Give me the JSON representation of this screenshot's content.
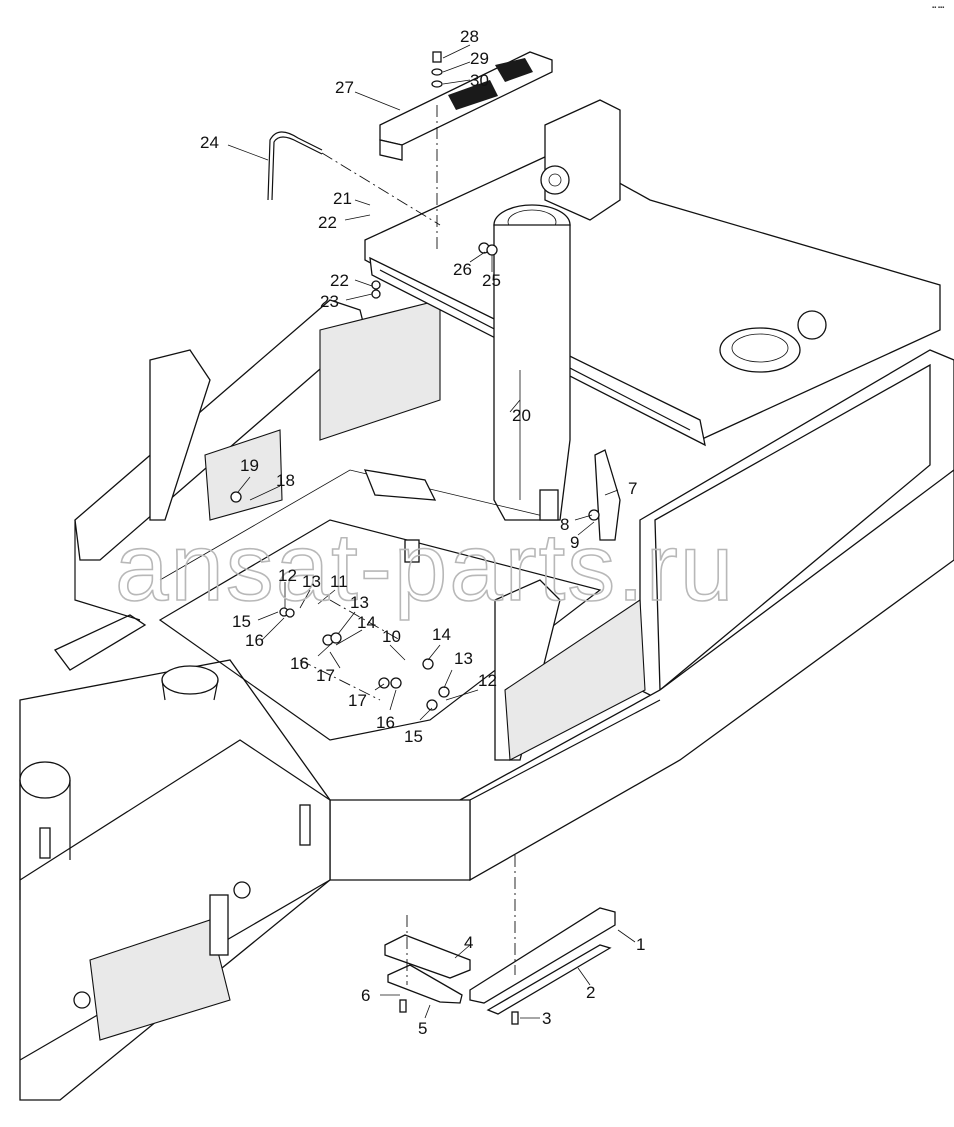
{
  "watermark": "ansat-parts.ru",
  "corner_mark": "▪▪ ▪▪▪",
  "callouts": [
    {
      "id": "28",
      "label": "28"
    },
    {
      "id": "29",
      "label": "29"
    },
    {
      "id": "30",
      "label": "30"
    },
    {
      "id": "27",
      "label": "27"
    },
    {
      "id": "24",
      "label": "24"
    },
    {
      "id": "21",
      "label": "21"
    },
    {
      "id": "22a",
      "label": "22"
    },
    {
      "id": "26",
      "label": "26"
    },
    {
      "id": "25",
      "label": "25"
    },
    {
      "id": "22b",
      "label": "22"
    },
    {
      "id": "23",
      "label": "23"
    },
    {
      "id": "20",
      "label": "20"
    },
    {
      "id": "19",
      "label": "19"
    },
    {
      "id": "18",
      "label": "18"
    },
    {
      "id": "7",
      "label": "7"
    },
    {
      "id": "8",
      "label": "8"
    },
    {
      "id": "9",
      "label": "9"
    },
    {
      "id": "12a",
      "label": "12"
    },
    {
      "id": "13a",
      "label": "13"
    },
    {
      "id": "11",
      "label": "11"
    },
    {
      "id": "15a",
      "label": "15"
    },
    {
      "id": "13b",
      "label": "13"
    },
    {
      "id": "16a",
      "label": "16"
    },
    {
      "id": "14a",
      "label": "14"
    },
    {
      "id": "16b",
      "label": "16"
    },
    {
      "id": "10",
      "label": "10"
    },
    {
      "id": "17a",
      "label": "17"
    },
    {
      "id": "14b",
      "label": "14"
    },
    {
      "id": "13c",
      "label": "13"
    },
    {
      "id": "17b",
      "label": "17"
    },
    {
      "id": "12b",
      "label": "12"
    },
    {
      "id": "16c",
      "label": "16"
    },
    {
      "id": "15b",
      "label": "15"
    },
    {
      "id": "4",
      "label": "4"
    },
    {
      "id": "1",
      "label": "1"
    },
    {
      "id": "2",
      "label": "2"
    },
    {
      "id": "6",
      "label": "6"
    },
    {
      "id": "3",
      "label": "3"
    },
    {
      "id": "5",
      "label": "5"
    }
  ]
}
